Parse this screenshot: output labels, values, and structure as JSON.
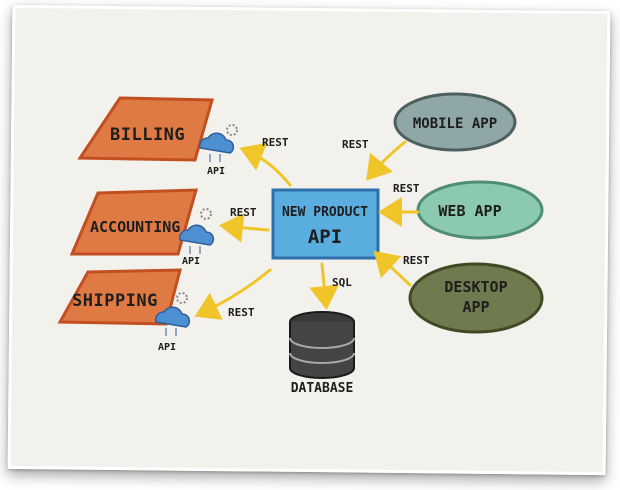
{
  "center": {
    "line1": "NEW PRODUCT",
    "line2": "API"
  },
  "services": [
    {
      "label": "BILLING",
      "api": "API"
    },
    {
      "label": "ACCOUNTING",
      "api": "API"
    },
    {
      "label": "SHIPPING",
      "api": "API"
    }
  ],
  "clients": [
    {
      "label": "MOBILE APP"
    },
    {
      "label": "WEB APP"
    },
    {
      "label_line1": "DESKTOP",
      "label_line2": "APP"
    }
  ],
  "database": {
    "label": "DATABASE"
  },
  "edges": {
    "billing": "REST",
    "accounting": "REST",
    "shipping": "REST",
    "mobile": "REST",
    "web": "REST",
    "desktop": "REST",
    "db": "SQL"
  },
  "colors": {
    "orange": "#e07a45",
    "center_blue": "#5aaedf",
    "mobile_gray": "#8fa7a6",
    "web_green": "#8ccab0",
    "desktop_olive": "#6f7a4e",
    "arrow": "#f0c52a",
    "paper": "#f3f1ec"
  }
}
